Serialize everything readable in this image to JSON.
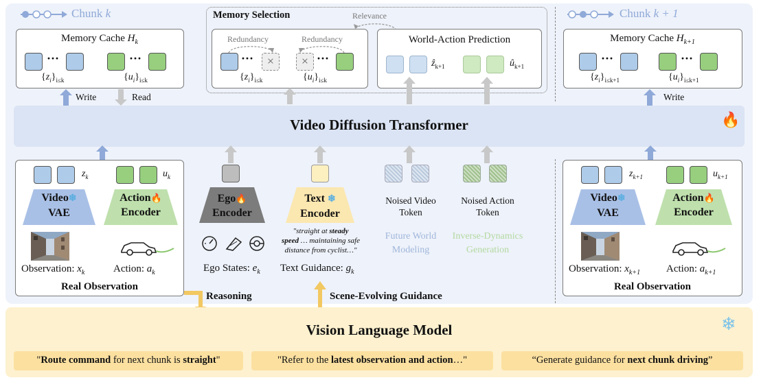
{
  "chunk_k": {
    "label": "Chunk ",
    "k": "k"
  },
  "chunk_k1": {
    "label": "Chunk ",
    "k": "k + 1"
  },
  "memory_cache_left": {
    "title": "Memory Cache ",
    "sym": "H",
    "sub": "k",
    "z_set": "{z",
    "z_sub": "i",
    "z_cond": "}",
    "z_cond_sub": "i≤k",
    "u_set": "{u",
    "u_cond_sub": "i≤k"
  },
  "memory_cache_right": {
    "title": "Memory Cache ",
    "sym": "H",
    "sub": "k+1",
    "z_cond_sub": "i≤k+1",
    "u_cond_sub": "i≤k+1"
  },
  "memory_selection": {
    "title": "Memory Selection",
    "relevance": "Relevance",
    "redundancy_1": "Redundancy",
    "redundancy_2": "Redundancy",
    "z_cond_sub": "i≤k",
    "u_cond_sub": "i≤k"
  },
  "world_action_prediction": {
    "title": "World-Action Prediction",
    "z_hat": "ẑ",
    "z_hat_sub": "k+1",
    "u_hat": "û",
    "u_hat_sub": "k+1"
  },
  "write_left": "Write",
  "read_left": "Read",
  "write_right": "Write",
  "dit": {
    "title": "Video Diffusion Transformer",
    "fire": "🔥"
  },
  "real_obs_left": {
    "video_vae_1": "Video",
    "video_vae_2": "VAE",
    "snow": "❄",
    "action_encoder_1": "Action",
    "action_encoder_2": "Encoder",
    "fire": "🔥",
    "z_label": "z",
    "z_sub": "k",
    "u_label": "u",
    "u_sub": "k",
    "observation": "Observation: ",
    "obs_sym": "x",
    "obs_sub": "k",
    "action": "Action: ",
    "act_sym": "a",
    "act_sub": "k",
    "title": "Real Observation"
  },
  "real_obs_right": {
    "video_vae_1": "Video",
    "video_vae_2": "VAE",
    "snow": "❄",
    "action_encoder_1": "Action",
    "action_encoder_2": "Encoder",
    "fire": "🔥",
    "z_label": "z",
    "z_sub": "k+1",
    "u_label": "u",
    "u_sub": "k+1",
    "observation": "Observation: ",
    "obs_sym": "x",
    "obs_sub": "k+1",
    "action": "Action: ",
    "act_sym": "a",
    "act_sub": "k+1",
    "title": "Real Observation"
  },
  "ego": {
    "enc_1": "Ego",
    "enc_2": "Encoder",
    "fire": "🔥",
    "states": "Ego States: ",
    "sym": "e",
    "sub": "k"
  },
  "text": {
    "enc_1": "Text",
    "enc_2": "Encoder",
    "snow": "❄",
    "quote_1": "\"straight at ",
    "quote_1b": "steady",
    "quote_2a": "speed",
    "quote_2b": " … maintaining safe",
    "quote_3": "distance from cyclist…\"",
    "guidance": "Text Guidance: ",
    "sym": "g",
    "sub": "k"
  },
  "noised_video": {
    "line1": "Noised Video",
    "line2": "Token",
    "caption1": "Future World",
    "caption2": "Modeling"
  },
  "noised_action": {
    "line1": "Noised Action",
    "line2": "Token",
    "caption1": "Inverse-Dynamics",
    "caption2": "Generation"
  },
  "reasoning": "Reasoning",
  "scene_guidance": "Scene-Evolving Guidance",
  "vlm": {
    "title": "Vision Language Model",
    "snow": "❄"
  },
  "prompts": {
    "p1_a": "\"",
    "p1_b": "Route command",
    "p1_c": " for next chunk is ",
    "p1_d": "straight",
    "p1_e": "\"",
    "p2_a": "\"Refer to the ",
    "p2_b": "latest observation and action",
    "p2_c": "…\"",
    "p3_a": "“Generate guidance for ",
    "p3_b": "next chunk driving",
    "p3_c": "”"
  },
  "colors": {
    "panel": "#eef2fa",
    "dit": "#dbe4f4",
    "vlm": "#fdf1cf",
    "prompt": "#fbe0a0",
    "blue_token": "#aecbe9",
    "green_token": "#97cf7e",
    "arrow_blue": "#8fa9d8",
    "arrow_gray": "#c8c8c8",
    "arrow_yellow": "#f2c862"
  }
}
